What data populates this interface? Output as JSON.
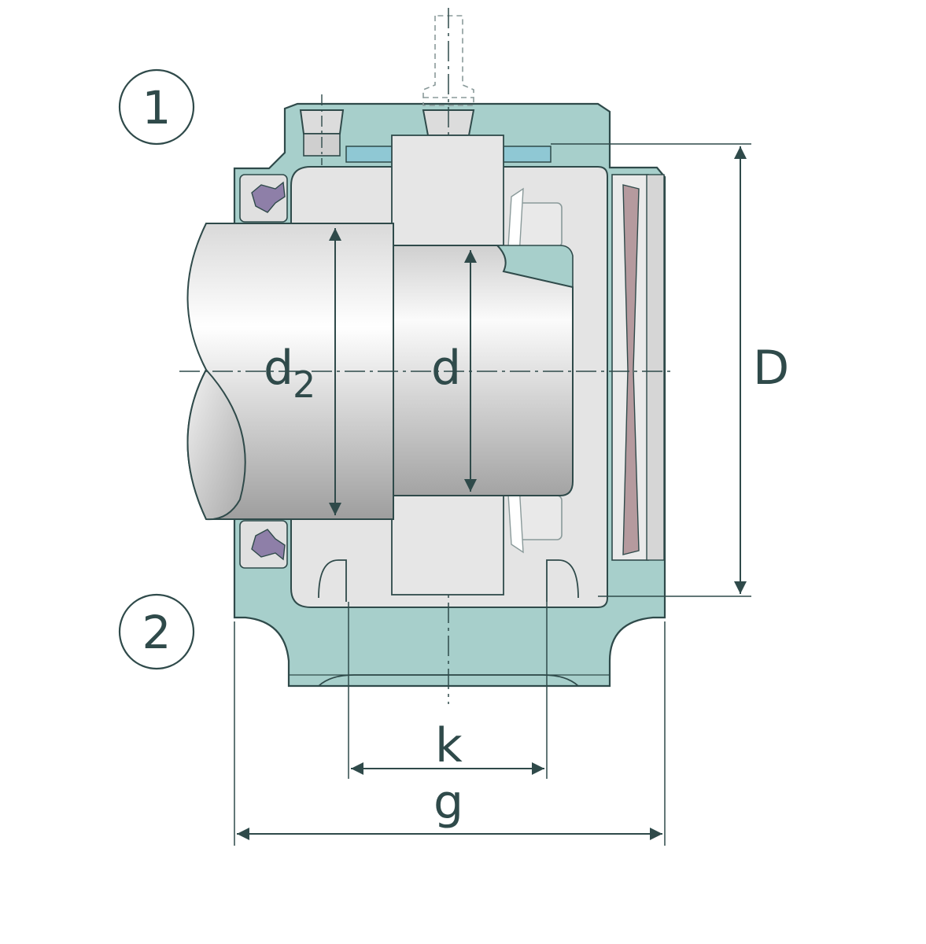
{
  "markers": {
    "m1": "1",
    "m2": "2"
  },
  "dimensions": {
    "d2_main": "d",
    "d2_sub": "2",
    "d": "d",
    "D": "D",
    "k": "k",
    "g": "g"
  },
  "colors": {
    "housing": "#a7cfcb",
    "outline": "#2f4a4a",
    "steel_light": "#e9e9e9",
    "steel_mid": "#d4d4d4",
    "seal_purple": "#8e7fa8",
    "spring_red": "#b59a9e",
    "inner_blue": "#8fc8d4"
  }
}
